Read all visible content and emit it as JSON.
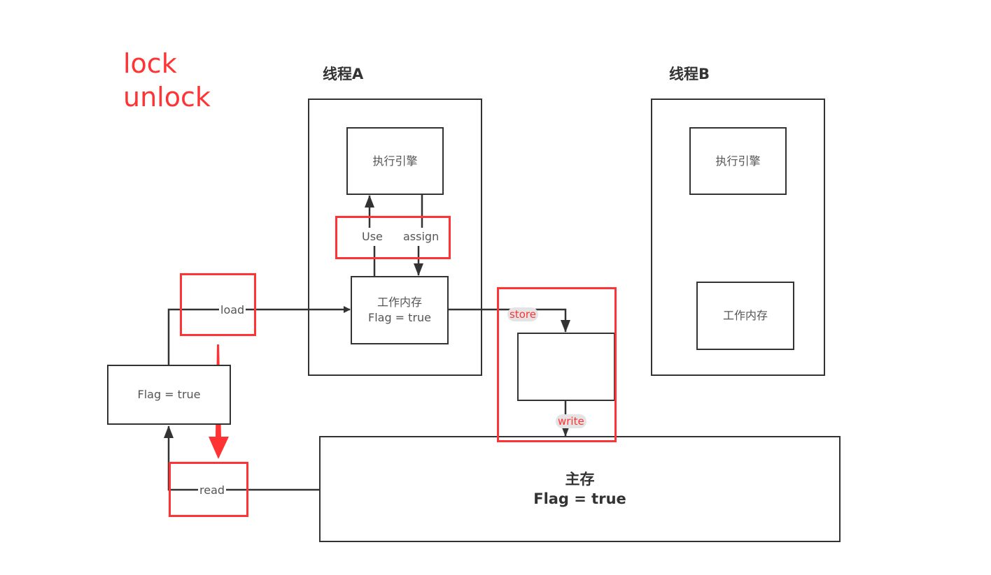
{
  "annotations": {
    "lock": "lock",
    "unlock": "unlock"
  },
  "thread_a": {
    "title": "线程A",
    "engine": "执行引擎",
    "working_memory_title": "工作内存",
    "working_memory_value": "Flag = true"
  },
  "thread_b": {
    "title": "线程B",
    "engine": "执行引擎",
    "working_memory_title": "工作内存"
  },
  "main_memory": {
    "title": "主存",
    "value": "Flag = true"
  },
  "local_copy": {
    "value": "Flag = true"
  },
  "operations": {
    "use": "Use",
    "assign": "assign",
    "load": "load",
    "read": "read",
    "store": "store",
    "write": "write"
  },
  "colors": {
    "highlight": "#ff3333",
    "stroke": "#333333",
    "text": "#555555"
  }
}
